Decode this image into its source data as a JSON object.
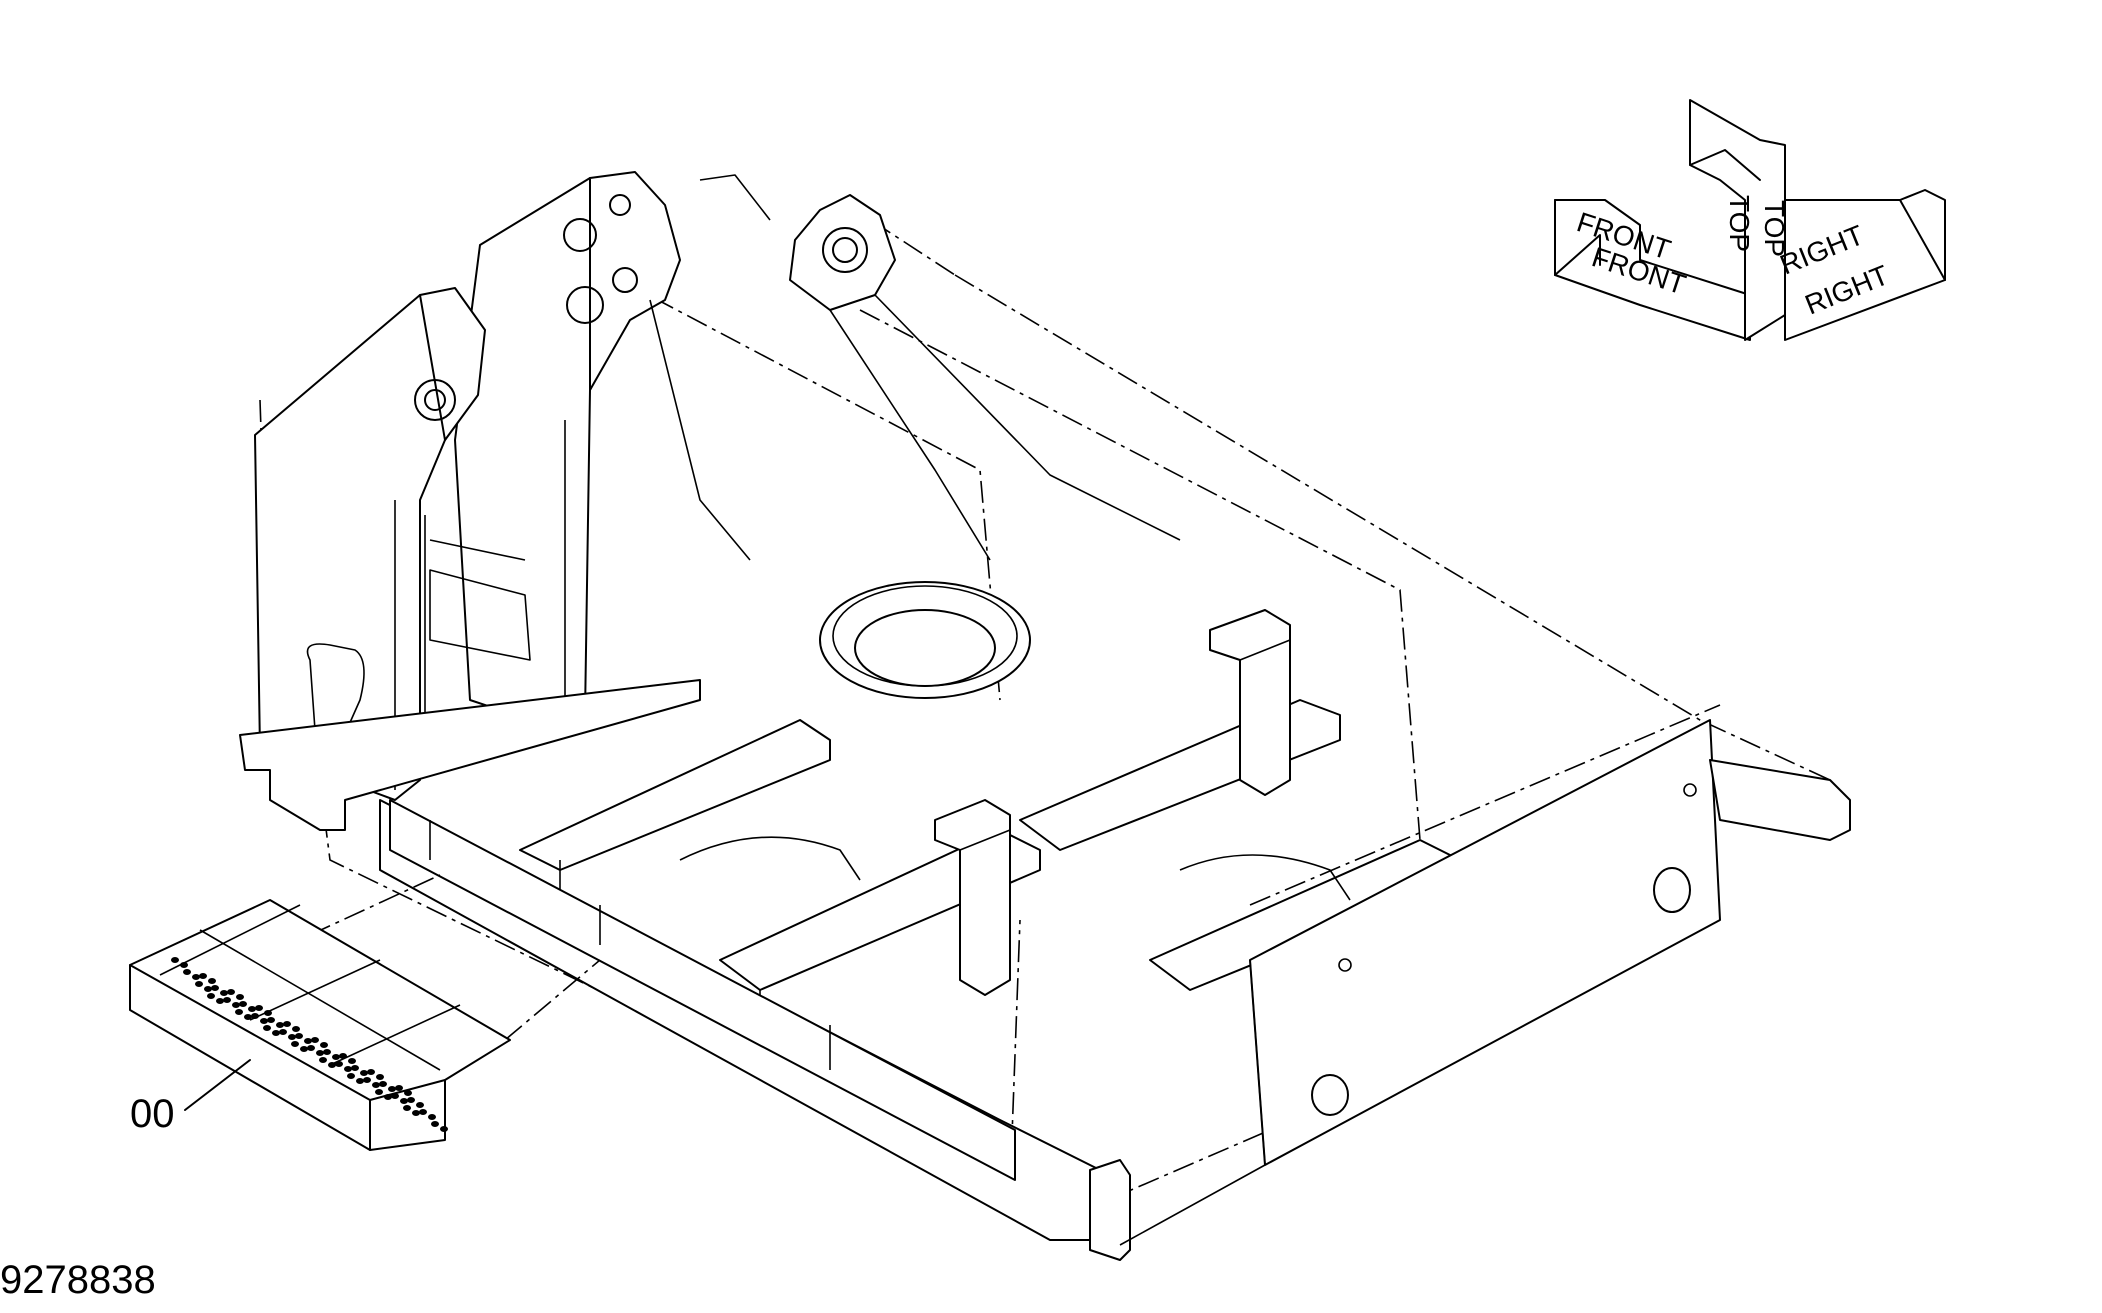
{
  "diagram": {
    "part_callout": "00",
    "drawing_number": "9278838",
    "orientation_labels": {
      "front": "FRONT",
      "top": "TOP",
      "right": "RIGHT"
    }
  }
}
